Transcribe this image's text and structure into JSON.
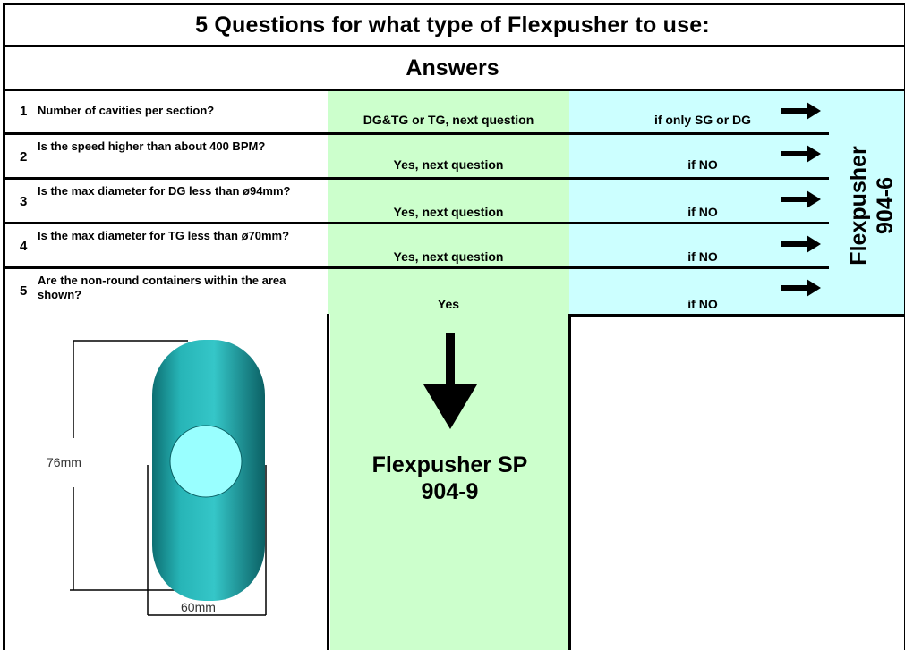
{
  "title": "5 Questions for what type of Flexpusher to use:",
  "answers_header": "Answers",
  "questions": [
    {
      "num": "1",
      "text": "Number of cavities per section?",
      "yes": "DG&TG or TG, next question",
      "no": "if only SG or DG"
    },
    {
      "num": "2",
      "text": "Is the speed higher than about 400 BPM?",
      "yes": "Yes, next question",
      "no": "if NO"
    },
    {
      "num": "3",
      "text": "Is the max diameter for DG less than ø94mm?",
      "yes": "Yes, next question",
      "no": "if NO"
    },
    {
      "num": "4",
      "text": "Is the max diameter for TG less than ø70mm?",
      "yes": "Yes, next question",
      "no": "if NO"
    },
    {
      "num": "5",
      "text": "Are the non-round containers within the area shown?",
      "yes": "Yes",
      "no": "if NO"
    }
  ],
  "side_result": {
    "line1": "Flexpusher",
    "line2": "904-6"
  },
  "bottom_result": {
    "line1": "Flexpusher SP",
    "line2": "904-9"
  },
  "shape": {
    "height_label": "76mm",
    "width_label": "60mm"
  },
  "colors": {
    "green": "#ccffcc",
    "cyan": "#ccffff",
    "shape": "#1fa6a8",
    "circle": "#99ffff"
  },
  "icons": [
    "arrow-right-icon",
    "arrow-down-icon"
  ]
}
